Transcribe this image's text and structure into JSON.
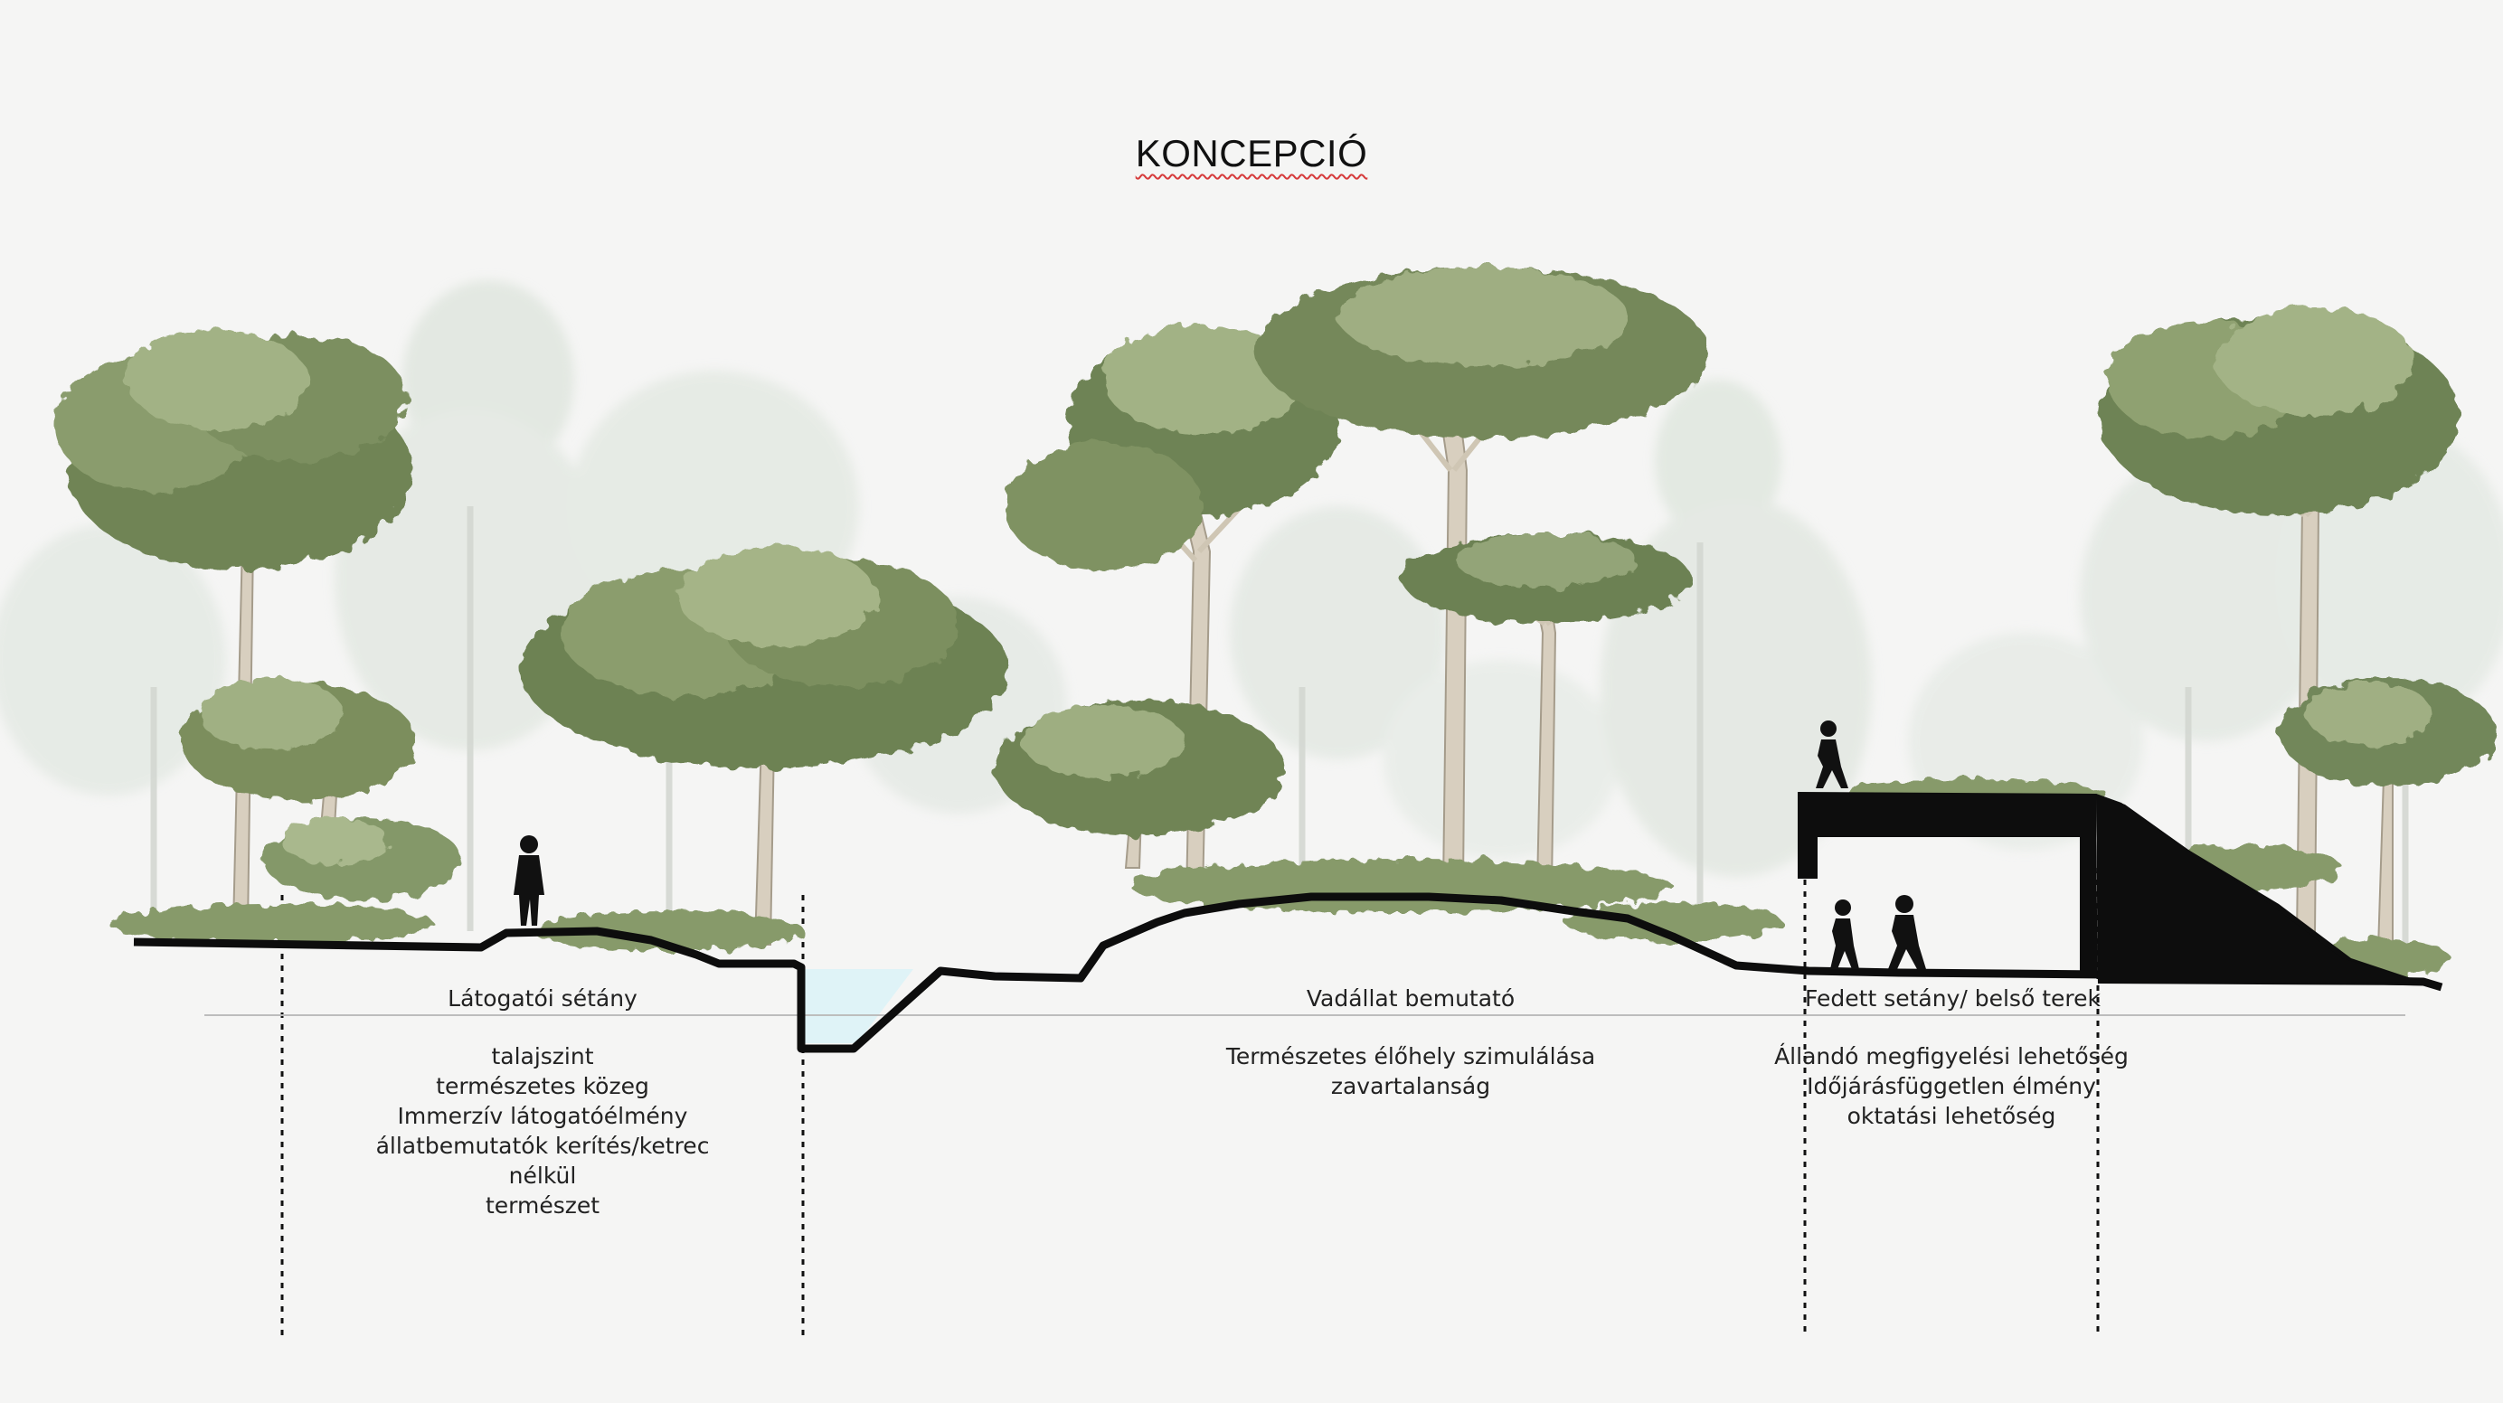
{
  "title": "KONCEPCIÓ",
  "zones": [
    {
      "name": "Látogatói sétány",
      "lines": [
        "talajszint",
        "természetes közeg",
        "Immerzív látogatóélmény",
        "állatbemutatók kerítés/ketrec",
        "nélkül",
        "természet"
      ]
    },
    {
      "name": "Vadállat bemutató",
      "lines": [
        "Természetes élőhely szimulálása",
        "zavartalanság"
      ]
    },
    {
      "name": "Fedett setány/ belső terek",
      "lines": [
        "Állandó megfigyelési lehetőség",
        "Időjárásfüggetlen élmény",
        "oktatási lehetőség"
      ]
    }
  ],
  "colors": {
    "ground": "#0d0d0d",
    "foliage": "#7e9160",
    "foliage_dark": "#5d7144",
    "foliage_light": "#a7b68a",
    "trunk": "#d8cfbf",
    "background_trees": "#dfe5df",
    "water": "#dff3f7",
    "divider": "#bfbfbf"
  }
}
